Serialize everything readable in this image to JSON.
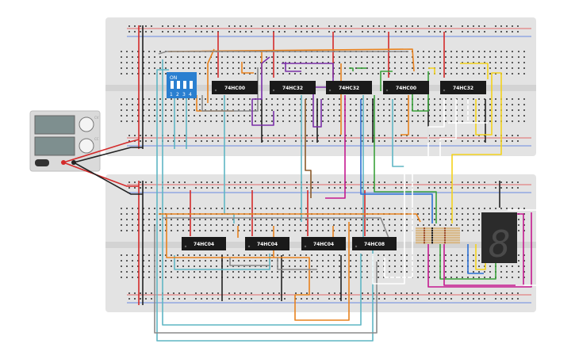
{
  "chips_top": [
    {
      "id": "u1",
      "label": "74HC00"
    },
    {
      "id": "u2",
      "label": "74HC32"
    },
    {
      "id": "u3",
      "label": "74HC32"
    },
    {
      "id": "u4",
      "label": "74HC00"
    },
    {
      "id": "u5",
      "label": "74HC32"
    }
  ],
  "chips_bottom": [
    {
      "id": "u6",
      "label": "74HC04"
    },
    {
      "id": "u7",
      "label": "74HC04"
    },
    {
      "id": "u8",
      "label": "74HC04"
    },
    {
      "id": "u9",
      "label": "74HC08"
    }
  ],
  "dip_switch": {
    "on_label": "ON",
    "numbers": [
      "1",
      "2",
      "3",
      "4"
    ]
  },
  "seven_segment": {
    "digit": "8"
  },
  "power_supply": {
    "knob_labels": [
      "CV",
      "CC"
    ]
  },
  "wire_colors": {
    "red": "#d42a2a",
    "black": "#222222",
    "orange": "#e8821e",
    "teal": "#5fb6c4",
    "gray": "#8a8a8a",
    "purple": "#7a2fa8",
    "green": "#3aa13a",
    "yellow": "#f3d21c",
    "blue": "#2a6fd4",
    "brown": "#8a5a2b",
    "magenta": "#c4198f",
    "white": "#ffffff"
  }
}
